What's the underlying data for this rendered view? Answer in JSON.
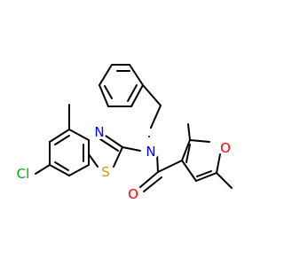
{
  "molecule": {
    "atoms": {
      "N_pyridine": {
        "symbol": "N",
        "color": "#0000ff"
      },
      "N_amide": {
        "symbol": "N",
        "color": "#0000ff"
      },
      "N_thiazole": {
        "symbol": "N",
        "color": "#0000ff"
      },
      "S_thiazole": {
        "symbol": "S",
        "color": "#c8a000"
      },
      "Cl": {
        "symbol": "Cl",
        "color": "#00aa00"
      },
      "O_furan": {
        "symbol": "O",
        "color": "#ff0000"
      },
      "O_carbonyl": {
        "symbol": "O",
        "color": "#ff0000"
      }
    },
    "bond_color": "#000000"
  }
}
